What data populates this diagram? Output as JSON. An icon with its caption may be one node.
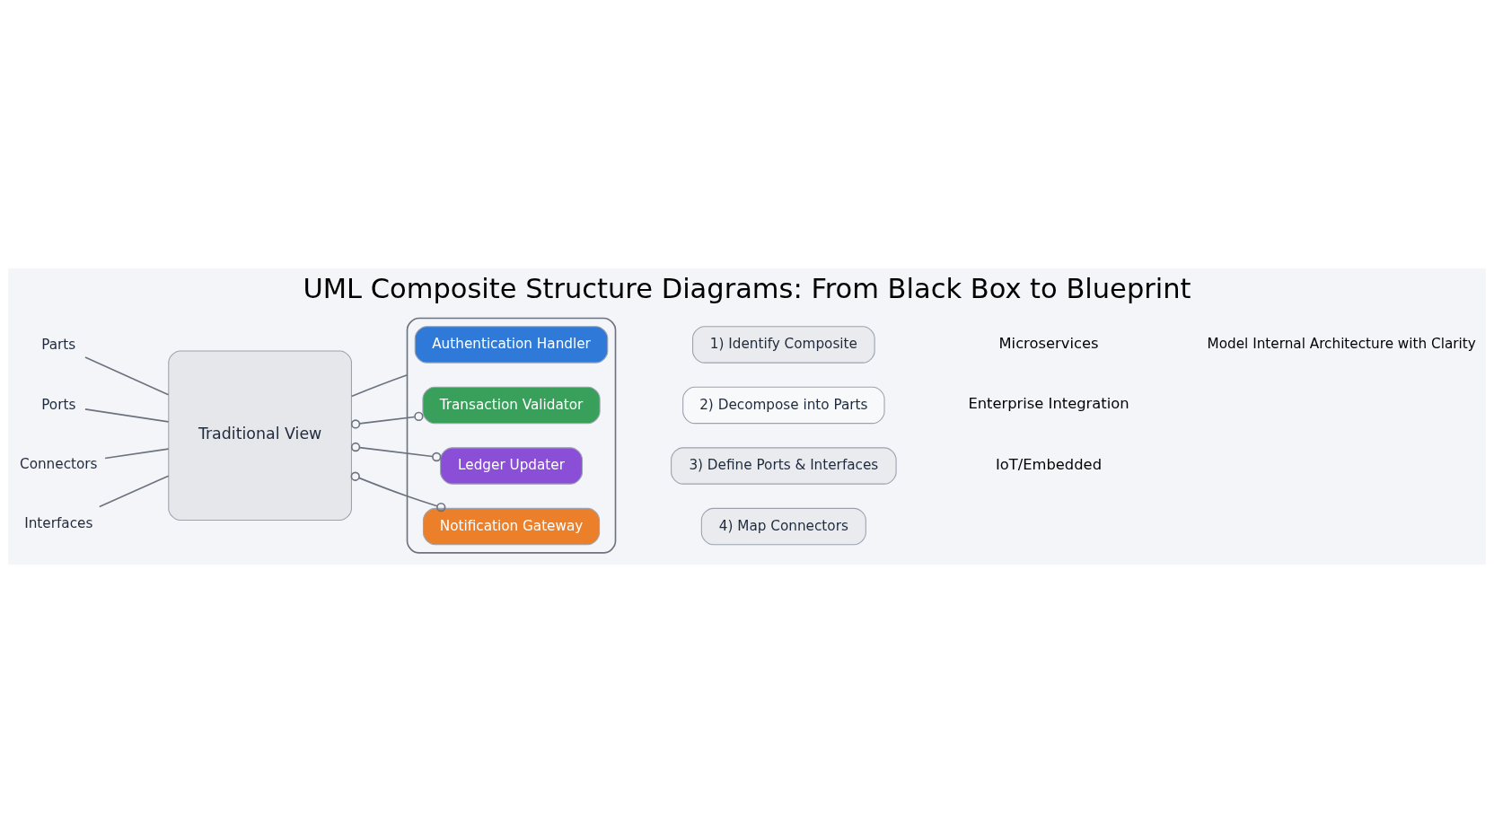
{
  "diagram": {
    "title": "UML Composite Structure Diagrams: From Black Box to Blueprint",
    "caption": "Model Internal Architecture with Clarity",
    "nodes": [
      {
        "text": [
          "Parts"
        ]
      },
      {
        "text": [
          "Ports"
        ]
      },
      {
        "text": [
          "Connectors"
        ]
      },
      {
        "text": [
          "Interfaces"
        ]
      },
      {
        "text": [
          "Traditional View"
        ]
      },
      {
        "text": [],
        "shape": "box"
      },
      {
        "text": [
          "Authentication Handler"
        ],
        "in": 5
      },
      {
        "text": [
          "Transaction Validator"
        ],
        "in": 5
      },
      {
        "text": [
          "Ledger Updater"
        ],
        "in": 5
      },
      {
        "text": [
          "Notification Gateway"
        ],
        "in": 5
      },
      {
        "text": [
          "1) Identify Composite"
        ]
      },
      {
        "text": [
          "2) Decompose into Parts"
        ]
      },
      {
        "text": [
          "3) Define Ports & Interfaces"
        ]
      },
      {
        "text": [
          "4) Map Connectors"
        ]
      }
    ],
    "edges": [
      {
        "from": 0,
        "to": 4,
        "arrow": "none"
      },
      {
        "from": 1,
        "to": 4,
        "arrow": "none"
      },
      {
        "from": 2,
        "to": 4,
        "arrow": "none"
      },
      {
        "from": 3,
        "to": 4,
        "arrow": "none"
      },
      {
        "from": 4,
        "to": 5,
        "arrow": "none"
      },
      {
        "from": 4,
        "to": 7,
        "arrow": "other"
      },
      {
        "from": 4,
        "to": 8,
        "arrow": "other"
      },
      {
        "from": 4,
        "to": 9,
        "arrow": "other"
      }
    ],
    "labels": [
      "Microservices",
      "Enterprise Integration",
      "IoT/Embedded"
    ]
  }
}
